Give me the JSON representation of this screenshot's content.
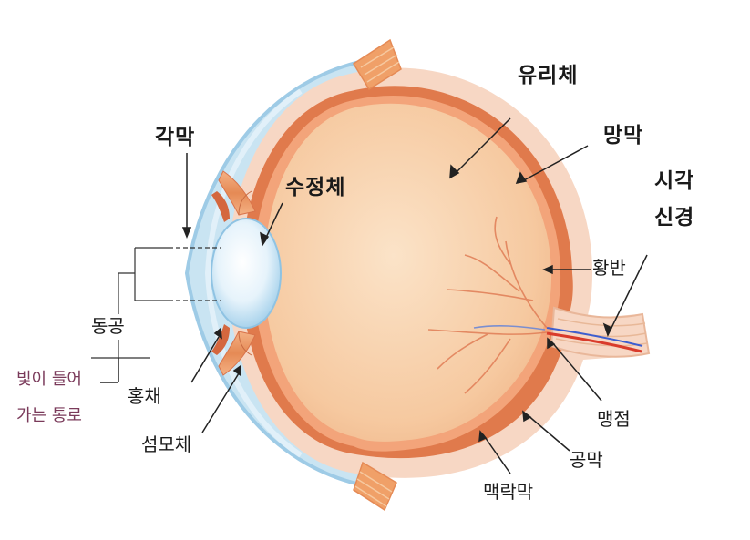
{
  "labels": {
    "vitreous": "유리체",
    "cornea": "각막",
    "retina": "망막",
    "lens": "수정체",
    "optic_nerve_1": "시각",
    "optic_nerve_2": "신경",
    "macula": "황반",
    "pupil": "동공",
    "light_path_1": "빛이 들어",
    "light_path_2": "가는 통로",
    "iris": "홍채",
    "blind_spot": "맹점",
    "ciliary_body": "섬모체",
    "sclera": "공막",
    "choroid": "맥락막"
  },
  "colors": {
    "vitreous": "#f6c9a0",
    "choroid": "#e07a4c",
    "sclera": "#f7d7c4",
    "cornea": "#c9e4f2",
    "lens": "#e6f3fb",
    "muscle": "#e58a55",
    "vessel": "#e07d56",
    "label_accent": "#7a3a5a"
  }
}
